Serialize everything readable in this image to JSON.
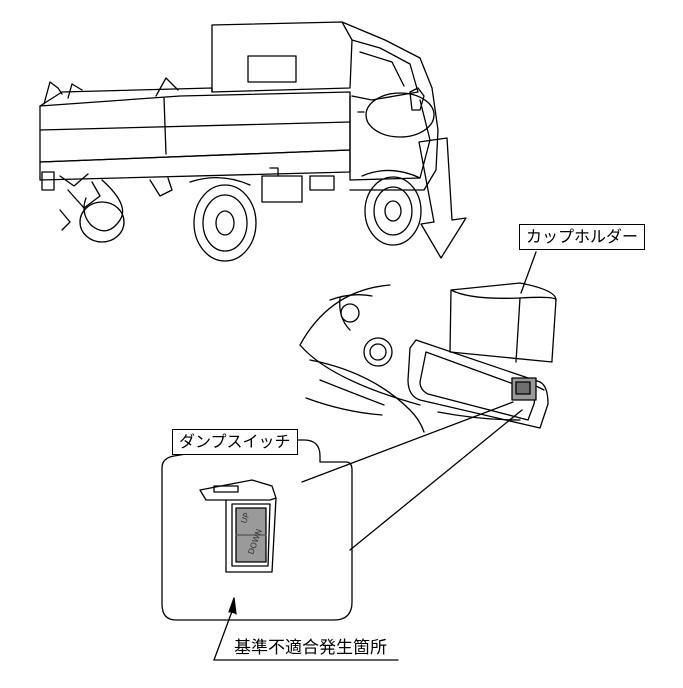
{
  "labels": {
    "cup_holder": "カップホルダー",
    "dump_switch": "ダンプスイッチ",
    "nonconformity_location": "基準不適合発生箇所"
  },
  "switch": {
    "up_text": "UP",
    "down_text": "DOWN"
  },
  "colors": {
    "line": "#000000",
    "background": "#ffffff",
    "switch_gray": "#9a9a9a"
  }
}
